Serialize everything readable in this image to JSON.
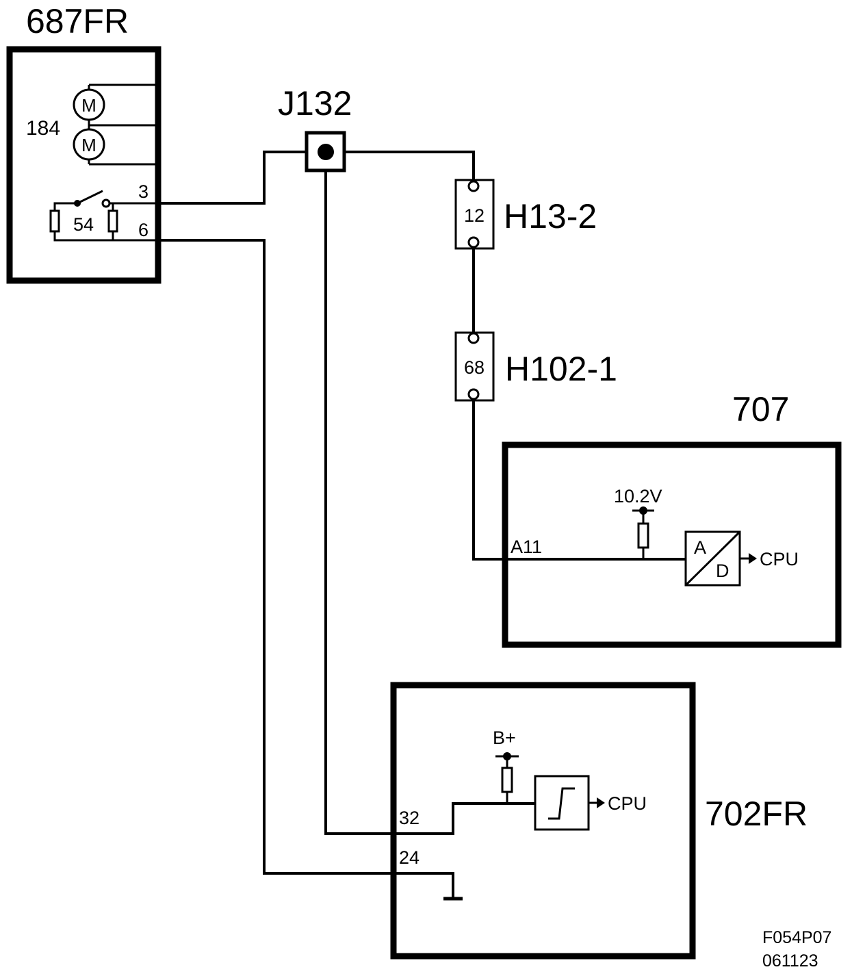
{
  "components": {
    "fan_module": {
      "label": "687FR",
      "motor_group": "184",
      "motor_symbol": "M",
      "switch_ref": "54",
      "pin_3": "3",
      "pin_6": "6"
    },
    "junction": {
      "label": "J132"
    },
    "connector_h13": {
      "label": "H13-2",
      "pin": "12"
    },
    "connector_h102": {
      "label": "H102-1",
      "pin": "68"
    },
    "module_707": {
      "label": "707",
      "pin": "A11",
      "supply": "10.2V",
      "adc_a": "A",
      "adc_d": "D",
      "output": "CPU"
    },
    "module_702": {
      "label": "702FR",
      "pin_32": "32",
      "pin_24": "24",
      "supply": "B+",
      "output": "CPU"
    }
  },
  "footer": {
    "figure_code": "F054P07",
    "date_code": "061123"
  },
  "colors": {
    "line": "#000000",
    "background": "#ffffff"
  }
}
